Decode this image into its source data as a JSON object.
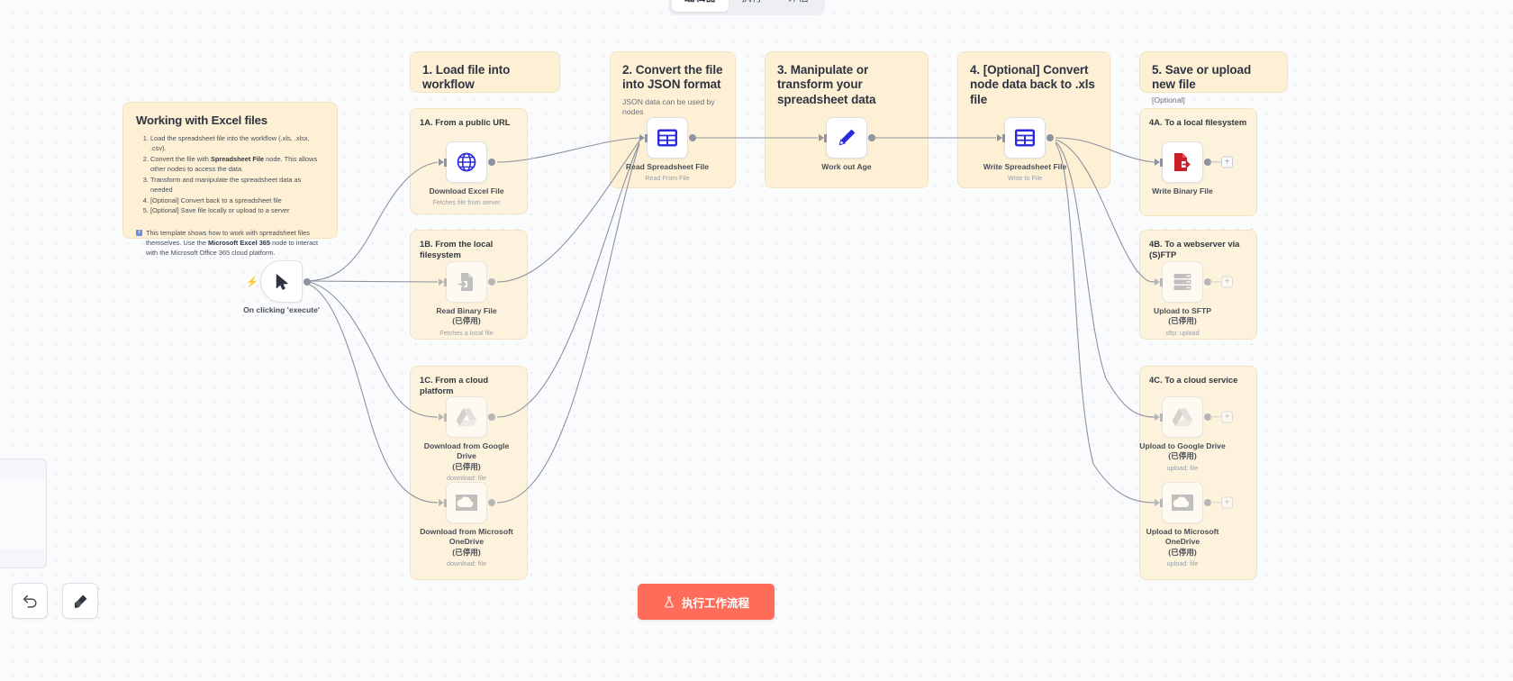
{
  "tabs": [
    {
      "id": "editor",
      "label": "编辑器",
      "active": true
    },
    {
      "id": "executions",
      "label": "执行",
      "active": false
    },
    {
      "id": "evaluations",
      "label": "评估",
      "active": false
    }
  ],
  "execute_button": {
    "label": "执行工作流程",
    "icon": "flask-icon",
    "color": "#ff6d5a"
  },
  "controls": [
    {
      "id": "undo",
      "name": "undo-button",
      "icon": "undo-arrow-icon"
    },
    {
      "id": "tidy",
      "name": "tidy-up-button",
      "icon": "broom-icon"
    }
  ],
  "info_note": {
    "title": "Working with Excel files",
    "steps": [
      "Load the spreadsheet file into the workflow (.xls, .xlsx, .csv).",
      "Convert the file with <b>Spreadsheet File</b> node. This allows other nodes to access the data.",
      "Transform and manipulate the spreadsheet data as needed",
      "[Optional] Convert back to a spreadsheet file",
      "[Optional] Save file locally or upload to a server"
    ],
    "tip": "This template shows how to work with spreadsheet files themselves. Use the <b>Microsoft Excel 365</b> node to interact with the Microsoft Office 365 cloud platform."
  },
  "sections": [
    {
      "id": "s1",
      "title": "1. Load file into workflow",
      "subtitle": ""
    },
    {
      "id": "s2",
      "title": "2. Convert the file into JSON format",
      "subtitle": "JSON data can be used by nodes"
    },
    {
      "id": "s3",
      "title": "3. Manipulate or transform your spreadsheet data",
      "subtitle": ""
    },
    {
      "id": "s4",
      "title": "4. [Optional] Convert node data back to .xls file",
      "subtitle": ""
    },
    {
      "id": "s5",
      "title": "5. Save or upload new file",
      "subtitle": "[Optional]"
    }
  ],
  "subsections": [
    {
      "id": "1A",
      "title": "1A. From a public URL"
    },
    {
      "id": "1B",
      "title": "1B. From the local filesystem"
    },
    {
      "id": "1C",
      "title": "1C. From a cloud platform"
    },
    {
      "id": "4A",
      "title": "4A. To a local filesystem"
    },
    {
      "id": "4B",
      "title": "4B. To a webserver via (S)FTP"
    },
    {
      "id": "4C",
      "title": "4C. To a cloud service"
    }
  ],
  "nodes": [
    {
      "id": "trigger",
      "label": "On clicking 'execute'",
      "sub": "",
      "disabled": "",
      "icon": "cursor-pointer-icon"
    },
    {
      "id": "dlexcel",
      "label": "Download Excel File",
      "sub": "Fetches file from server",
      "disabled": "",
      "icon": "globe-icon"
    },
    {
      "id": "readbin",
      "label": "Read Binary File",
      "sub": "Fetches a local file",
      "disabled": "(已停用)",
      "icon": "file-in-icon"
    },
    {
      "id": "dlgdrive",
      "label": "Download from Google Drive",
      "sub": "download: file",
      "disabled": "(已停用)",
      "icon": "google-drive-icon"
    },
    {
      "id": "dlonedrive",
      "label": "Download from Microsoft OneDrive",
      "sub": "download: file",
      "disabled": "(已停用)",
      "icon": "onedrive-icon"
    },
    {
      "id": "readss",
      "label": "Read Spreadsheet File",
      "sub": "Read From File",
      "disabled": "",
      "icon": "spreadsheet-icon"
    },
    {
      "id": "workage",
      "label": "Work out Age",
      "sub": "",
      "disabled": "",
      "icon": "pencil-icon"
    },
    {
      "id": "writess",
      "label": "Write Spreadsheet File",
      "sub": "Write to File",
      "disabled": "",
      "icon": "spreadsheet-icon"
    },
    {
      "id": "writebin",
      "label": "Write Binary File",
      "sub": "",
      "disabled": "",
      "icon": "file-out-icon"
    },
    {
      "id": "upsftp",
      "label": "Upload to SFTP",
      "sub": "sftp: upload",
      "disabled": "(已停用)",
      "icon": "server-icon"
    },
    {
      "id": "upgdrive",
      "label": "Upload to Google Drive",
      "sub": "upload: file",
      "disabled": "(已停用)",
      "icon": "google-drive-icon"
    },
    {
      "id": "uponedrive",
      "label": "Upload to Microsoft OneDrive",
      "sub": "upload: file",
      "disabled": "(已停用)",
      "icon": "onedrive-icon"
    }
  ]
}
